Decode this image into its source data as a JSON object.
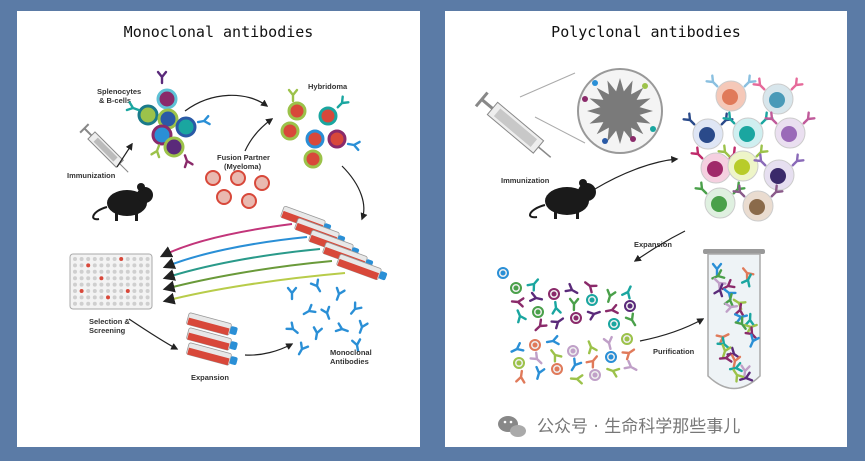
{
  "left_panel": {
    "title": "Monoclonal antibodies",
    "labels": {
      "splenocytes": [
        "Splenocytes",
        "& B-cells"
      ],
      "hybridoma": "Hybridoma",
      "immunization": "Immunization",
      "fusion": [
        "Fusion Partner",
        "(Myeloma)"
      ],
      "selection": [
        "Selection &",
        "Screening"
      ],
      "expansion": "Expansion",
      "mabs": [
        "Monoclonal",
        "Antibodies"
      ]
    }
  },
  "right_panel": {
    "title": "Polyclonal antibodies",
    "labels": {
      "immunization": "Immunization",
      "expansion": "Expansion",
      "purification": "Purification"
    }
  },
  "watermark": "公众号 · 生命科学那些事儿",
  "icons": [
    "syringe-icon",
    "mouse-icon",
    "cell-icon",
    "antibody-icon",
    "culture-flask-icon",
    "well-plate-icon",
    "test-tube-icon",
    "wechat-icon"
  ],
  "colors": {
    "background": "#5b7ba6",
    "antibody_blue": "#2a8fd6",
    "flask_red": "#d8483a",
    "cell_purple": "#8a2a6a",
    "cell_green": "#9cc24a",
    "cell_teal": "#1aa6a0"
  }
}
